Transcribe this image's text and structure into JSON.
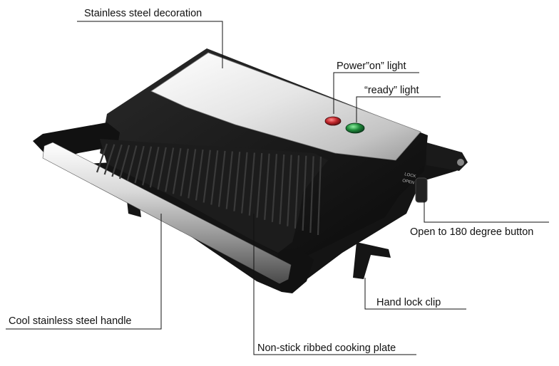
{
  "labels": {
    "stainless_decoration": "Stainless steel decoration",
    "power_light": "Power”on” light",
    "ready_light": "“ready” light",
    "open_180_button": "Open to 180 degree button",
    "hand_lock_clip": "Hand lock clip",
    "cool_handle": "Cool stainless steel handle",
    "nonstick_plate": "Non-stick ribbed cooking plate"
  },
  "device_text": {
    "lock": "LOCK",
    "open": "OPEN"
  },
  "colors": {
    "body": "#121212",
    "steel_light": "#f2f2f2",
    "steel_dark": "#9a9a9a",
    "power_light": "#c0262b",
    "ready_light": "#1f8a3a",
    "leader_line": "#111111"
  },
  "icons": {
    "power_light": "red-indicator-lamp",
    "ready_light": "green-indicator-lamp"
  }
}
